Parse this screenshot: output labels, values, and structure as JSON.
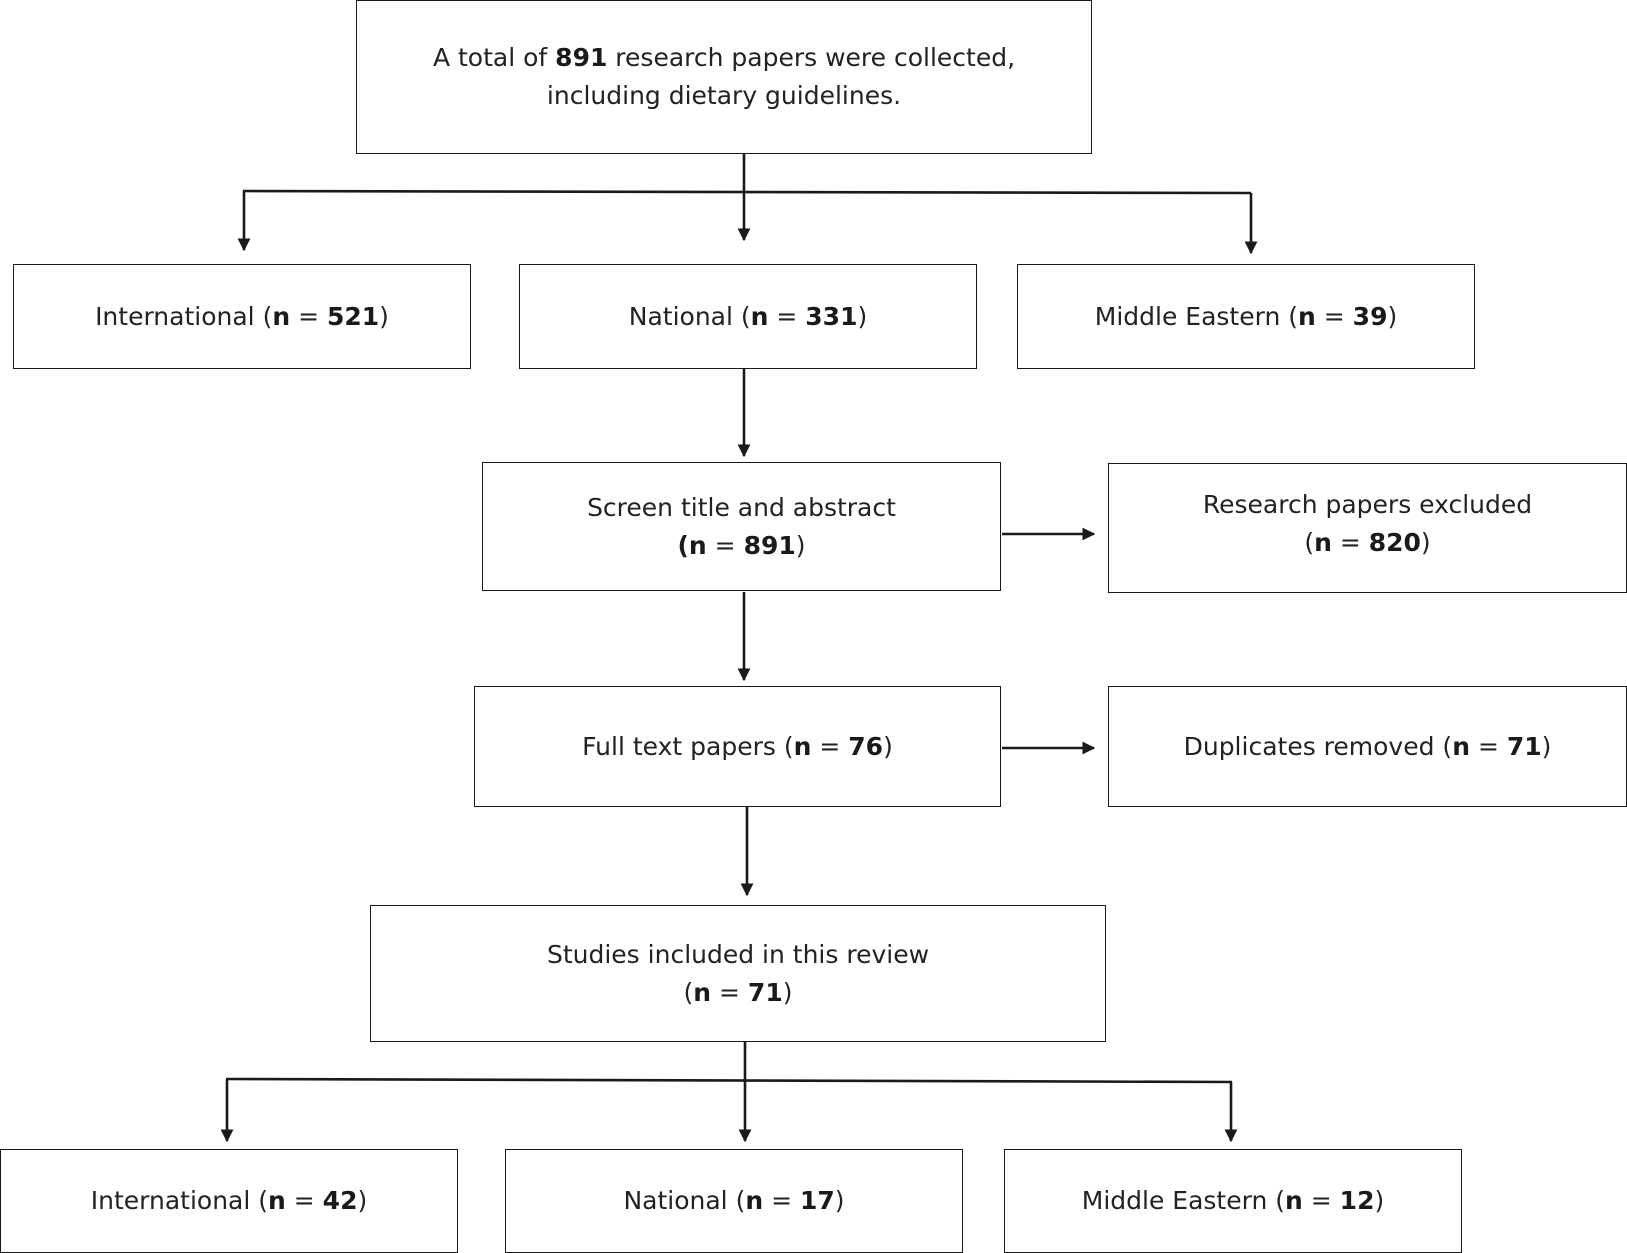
{
  "nodes": {
    "collected": {
      "line1_pre": "A total of ",
      "line1_num": "891",
      "line1_post": " research papers were collected,",
      "line2": "including dietary guidelines."
    },
    "src_international": {
      "label": "International (",
      "n": "n",
      "eq": " = ",
      "value": "521",
      "close": ")"
    },
    "src_national": {
      "label": "National (",
      "n": "n",
      "eq": " = ",
      "value": "331",
      "close": ")"
    },
    "src_middle_eastern": {
      "label": "Middle Eastern (",
      "n": "n",
      "eq": " = ",
      "value": "39",
      "close": ")"
    },
    "screen": {
      "line1": "Screen title and abstract",
      "open": "(",
      "n": "n",
      "eq": " = ",
      "value": "891",
      "close": ")"
    },
    "excluded": {
      "line1": "Research papers excluded",
      "open": "(",
      "n": "n",
      "eq": " = ",
      "value": "820",
      "close": ")"
    },
    "fulltext": {
      "label": "Full text papers (",
      "n": "n",
      "eq": " = ",
      "value": "76",
      "close": ")"
    },
    "duplicates": {
      "label": "Duplicates removed (",
      "n": "n",
      "eq": " = ",
      "value": "71",
      "close": ")"
    },
    "included": {
      "line1": "Studies included in this review",
      "open": "(",
      "n": "n",
      "eq": " = ",
      "value": "71",
      "close": ")"
    },
    "inc_international": {
      "label": "International (",
      "n": "n",
      "eq": " = ",
      "value": "42",
      "close": ")"
    },
    "inc_national": {
      "label": "National (",
      "n": "n",
      "eq": " = ",
      "value": "17",
      "close": ")"
    },
    "inc_middle_eastern": {
      "label": "Middle Eastern (",
      "n": "n",
      "eq": " = ",
      "value": "12",
      "close": ")"
    }
  },
  "colors": {
    "border": "#1a1a1a",
    "text": "#222222",
    "background": "#ffffff"
  }
}
